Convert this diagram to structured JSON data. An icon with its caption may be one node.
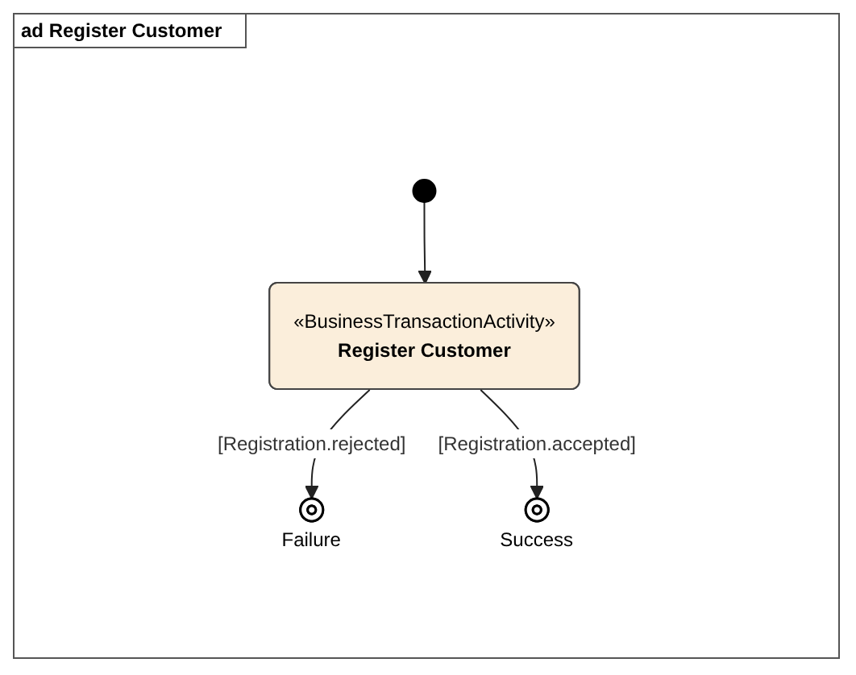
{
  "diagram": {
    "title": "ad Register Customer",
    "nodes": [
      {
        "text": [],
        "shape": "circle"
      },
      {
        "text": [
          "«BusinessTransactionActivity»",
          "Register Customer"
        ]
      },
      {
        "text": [],
        "shape": "bullseye",
        "beside": [
          "Failure"
        ]
      },
      {
        "text": [],
        "shape": "bullseye",
        "beside": [
          "Success"
        ]
      }
    ],
    "edges": [
      {
        "from": 0,
        "to": 1,
        "arrow": "to"
      },
      {
        "from": 1,
        "to": 2,
        "arrow": "to",
        "label": "[Registration.rejected]"
      },
      {
        "from": 1,
        "to": 3,
        "arrow": "to",
        "label": "[Registration.accepted]"
      }
    ]
  }
}
